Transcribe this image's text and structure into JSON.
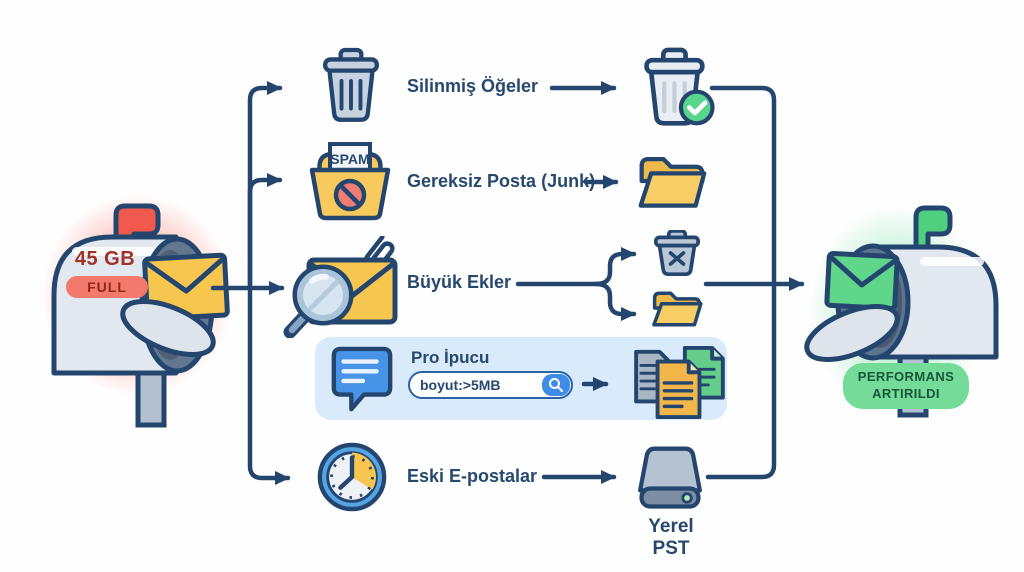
{
  "source_mailbox": {
    "size": "45 GB",
    "status": "FULL"
  },
  "result_mailbox": {
    "badge_line1": "PERFORMANS",
    "badge_line2": "ARTIRILDI"
  },
  "rows": {
    "deleted": {
      "label": "Silinmiş Öğeler"
    },
    "junk": {
      "label": "Gereksiz Posta (Junk)",
      "spam_tag": "SPAM"
    },
    "attachments": {
      "label": "Büyük Ekler"
    },
    "protip": {
      "title": "Pro İpucu",
      "query": "boyut:>5MB"
    },
    "old_emails": {
      "label": "Eski E-postalar",
      "destination": "Yerel PST"
    }
  },
  "colors": {
    "outline_navy": "#24466e",
    "label_navy": "#27486f",
    "folder_yellow": "#f8c95c",
    "envelope_yellow": "#f6c64f",
    "panel_blue": "#d9eafb",
    "accent_blue": "#3f8ce6",
    "alert_red": "#f2594d",
    "alert_text_red": "#8f2619",
    "success_green": "#57d68c",
    "badge_green": "#74dc98",
    "badge_text_green": "#17563a"
  }
}
